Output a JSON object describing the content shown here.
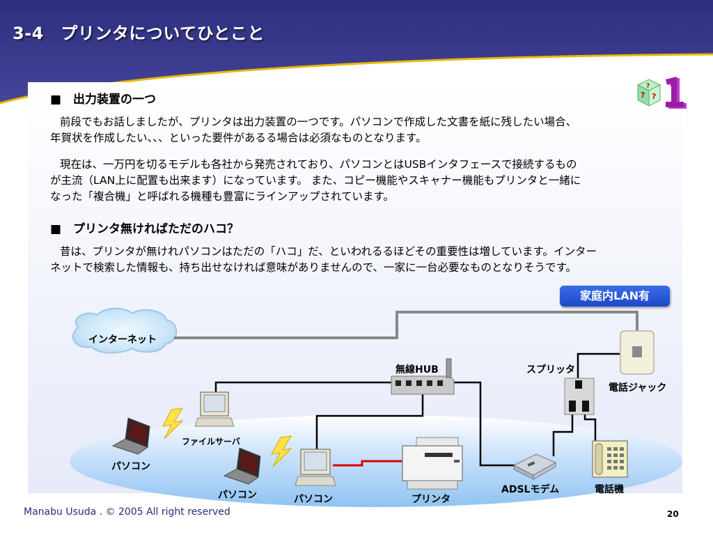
{
  "slide": {
    "title": "3-4　プリンタについてひとこと",
    "section1": {
      "heading": "■　出力装置の一つ",
      "para1_line1": "前段でもお話しましたが、プリンタは出力装置の一つです。パソコンで作成した文書を紙に残したい場合、",
      "para1_line2": "年賀状を作成したい、、、といった要件があるる場合は必須なものとなります。",
      "para2_line1": "現在は、一万円を切るモデルも各社から発売されており、パソコンとはUSBインタフェースで接続するもの",
      "para2_line2": "が主流（LAN上に配置も出来ます）になっています。 また、コピー機能やスキャナー機能もプリンタと一緒に",
      "para2_line3": "なった「複合機」と呼ばれる機種も豊富にラインアップされています。"
    },
    "section2": {
      "heading": "■　プリンタ無ければただのハコ？",
      "para_line1": "昔は、プリンタが無けれパソコンはただの「ハコ」だ、といわれるるほどその重要性は増しています。インター",
      "para_line2": "ネットで検索した情報も、持ち出せなければ意味がありませんので、一家に一台必要なものとなりそうです。"
    },
    "badge": "家庭内LAN有",
    "diagram_labels": {
      "internet": "インターネット",
      "hub": "無線HUB",
      "splitter": "スプリッタ",
      "phone_jack": "電話ジャック",
      "file_server": "ファイルサーバ",
      "pc_laptop_left": "パソコン",
      "pc_laptop_mid": "パソコン",
      "pc_desktop": "パソコン",
      "printer": "プリンタ",
      "adsl_modem": "ADSLモデム",
      "phone": "電話機"
    },
    "footer": {
      "copyright": "Manabu Usuda . © 2005 All right reserved",
      "page": "20"
    },
    "colors": {
      "header": "#3b3b8f",
      "accent_gold": "#e8b800",
      "badge": "#2a5ad8",
      "ethernet_red": "#dd0000"
    }
  }
}
